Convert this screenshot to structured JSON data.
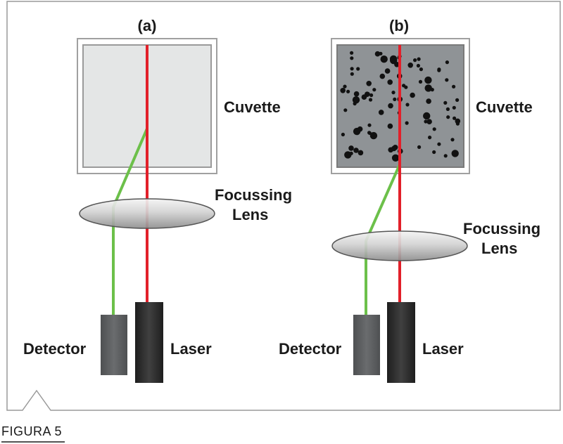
{
  "figure_caption": "FIGURA 5",
  "panel_a": {
    "tag": "(a)",
    "cuvette_label": "Cuvette",
    "lens_label_line1": "Focussing",
    "lens_label_line2": "Lens",
    "detector_label": "Detector",
    "laser_label": "Laser"
  },
  "panel_b": {
    "tag": "(b)",
    "cuvette_label": "Cuvette",
    "lens_label_line1": "Focussing",
    "lens_label_line2": "Lens",
    "detector_label": "Detector",
    "laser_label": "Laser"
  },
  "colors": {
    "laser_beam": "#e2202a",
    "scattered_beam": "#6cc04a",
    "frame": "#9a9a9a",
    "cuvette_a_fill": "#e4e6e6",
    "cuvette_b_fill": "#8f9396",
    "particle": "#111111",
    "detector": "#5a5c5e",
    "laser_body": "#2e2e2e"
  }
}
